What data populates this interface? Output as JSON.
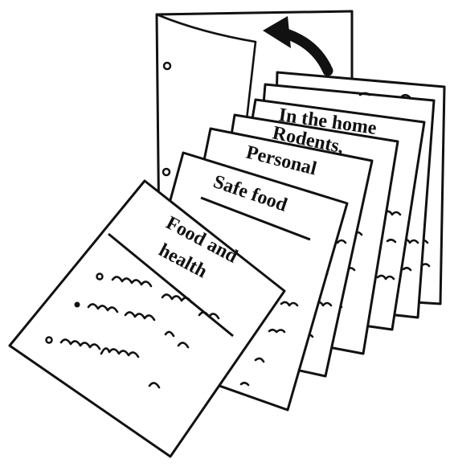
{
  "illustration": {
    "pages": [
      {
        "id": "back-page-1",
        "title": ""
      },
      {
        "id": "back-page-2",
        "title": ""
      },
      {
        "id": "in-the-home",
        "title": "In the home"
      },
      {
        "id": "rodents",
        "title": "Rodents,"
      },
      {
        "id": "personal",
        "title": "Personal"
      },
      {
        "id": "safe-food",
        "title": "Safe food"
      },
      {
        "id": "food-and-health",
        "title_line1": "Food and",
        "title_line2": "health"
      }
    ],
    "arrow_icon": "curved-arrow-up-left-icon",
    "colors": {
      "ink": "#111111",
      "paper": "#ffffff"
    }
  }
}
